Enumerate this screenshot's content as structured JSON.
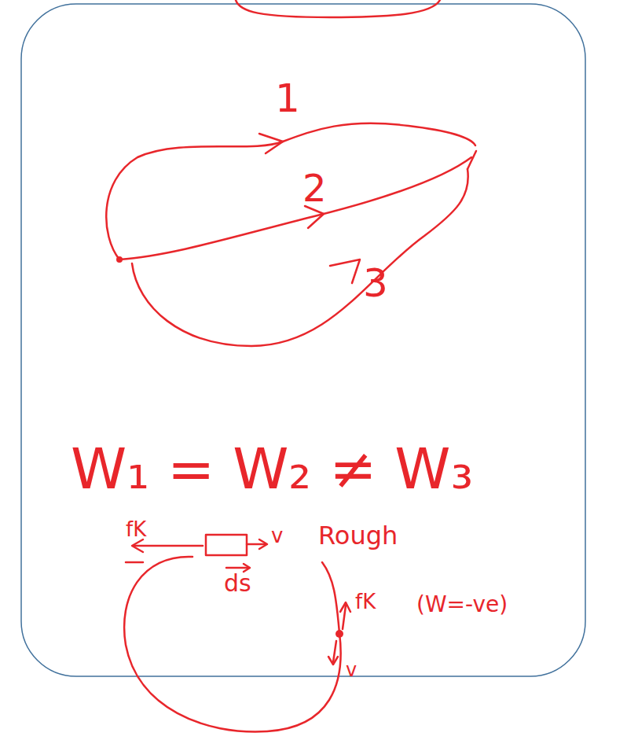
{
  "diagram": {
    "labels": [
      "1",
      "2",
      "3",
      "W₁ = W₂ ≠ W₃",
      "fK",
      "v",
      "Rough",
      "ds",
      "fK",
      "(W=-ve)",
      "v"
    ]
  }
}
